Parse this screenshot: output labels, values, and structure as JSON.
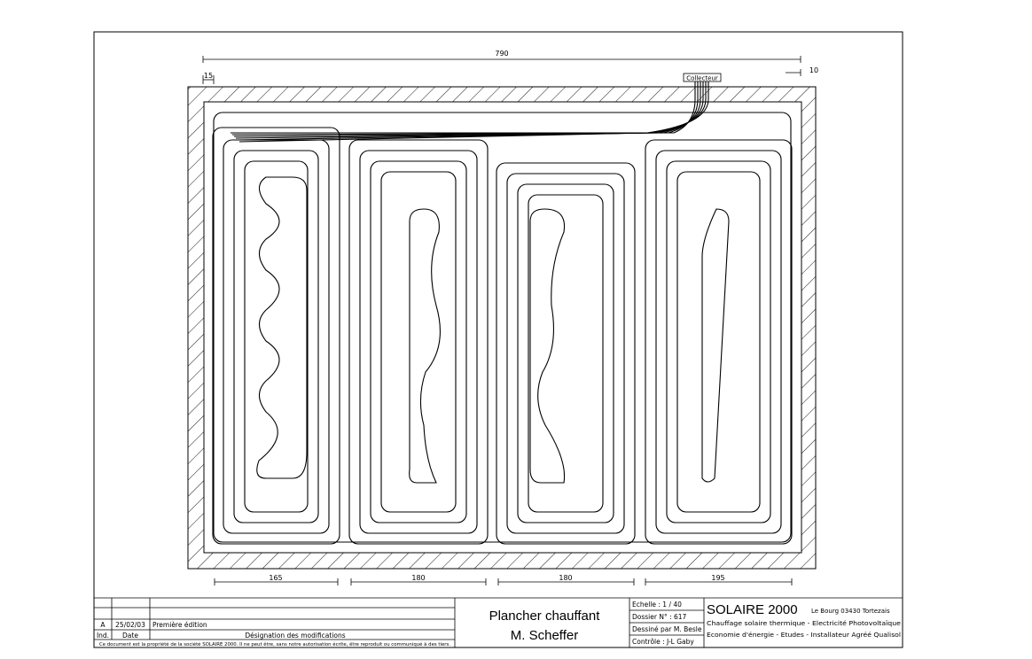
{
  "dimensions": {
    "overall_width": "790",
    "left_wall": "15",
    "right_wall": "10",
    "zone_1": "165",
    "zone_2": "180",
    "zone_3": "180",
    "zone_4": "195"
  },
  "collector_label": "Collecteur",
  "title_block": {
    "project_title": "Plancher chauffant",
    "client_name": "M. Scheffer",
    "revision": {
      "index": "A",
      "date": "25/02/03",
      "description": "Première édition"
    },
    "headers": {
      "index": "Ind.",
      "date": "Date",
      "description": "Désignation des modifications"
    },
    "copyright_note": "Ce document est la propriété de la société SOLAIRE 2000. Il ne peut être, sans notre autorisation écrite, être reproduit ou communiqué à des tiers.",
    "scale": "Echelle : 1 / 40",
    "folder": "Dossier N° : 617",
    "drawn_by": "Dessiné par M. Besle",
    "checked_by": "Contrôle : J-L Gaby",
    "company": {
      "name": "SOLAIRE 2000",
      "address": "Le Bourg 03430 Tortezais",
      "line1": "Chauffage solaire thermique - Electricité Photovoltaïque",
      "line2": "Economie d'énergie - Etudes - Installateur Agréé Qualisol"
    }
  },
  "colors": {
    "line": "#000000",
    "background": "#ffffff"
  }
}
